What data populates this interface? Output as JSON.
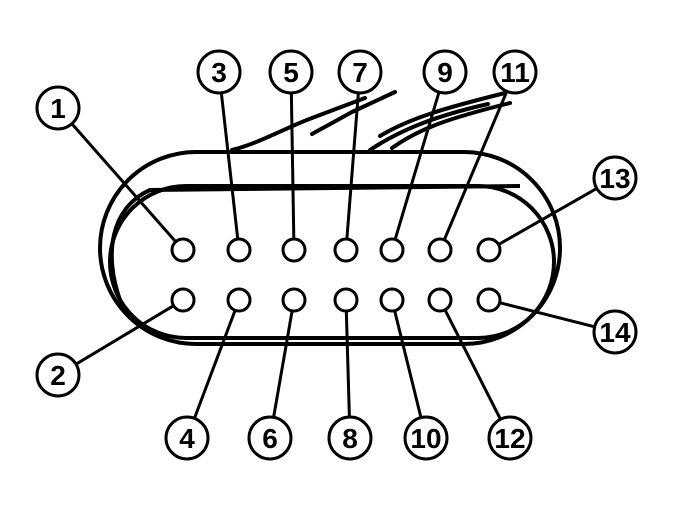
{
  "colors": {
    "line": "#000000",
    "background": "#ffffff"
  },
  "pins": {
    "top_row": [
      "1",
      "3",
      "5",
      "7",
      "9",
      "11",
      "13"
    ],
    "bottom_row": [
      "2",
      "4",
      "6",
      "8",
      "10",
      "12",
      "14"
    ]
  }
}
